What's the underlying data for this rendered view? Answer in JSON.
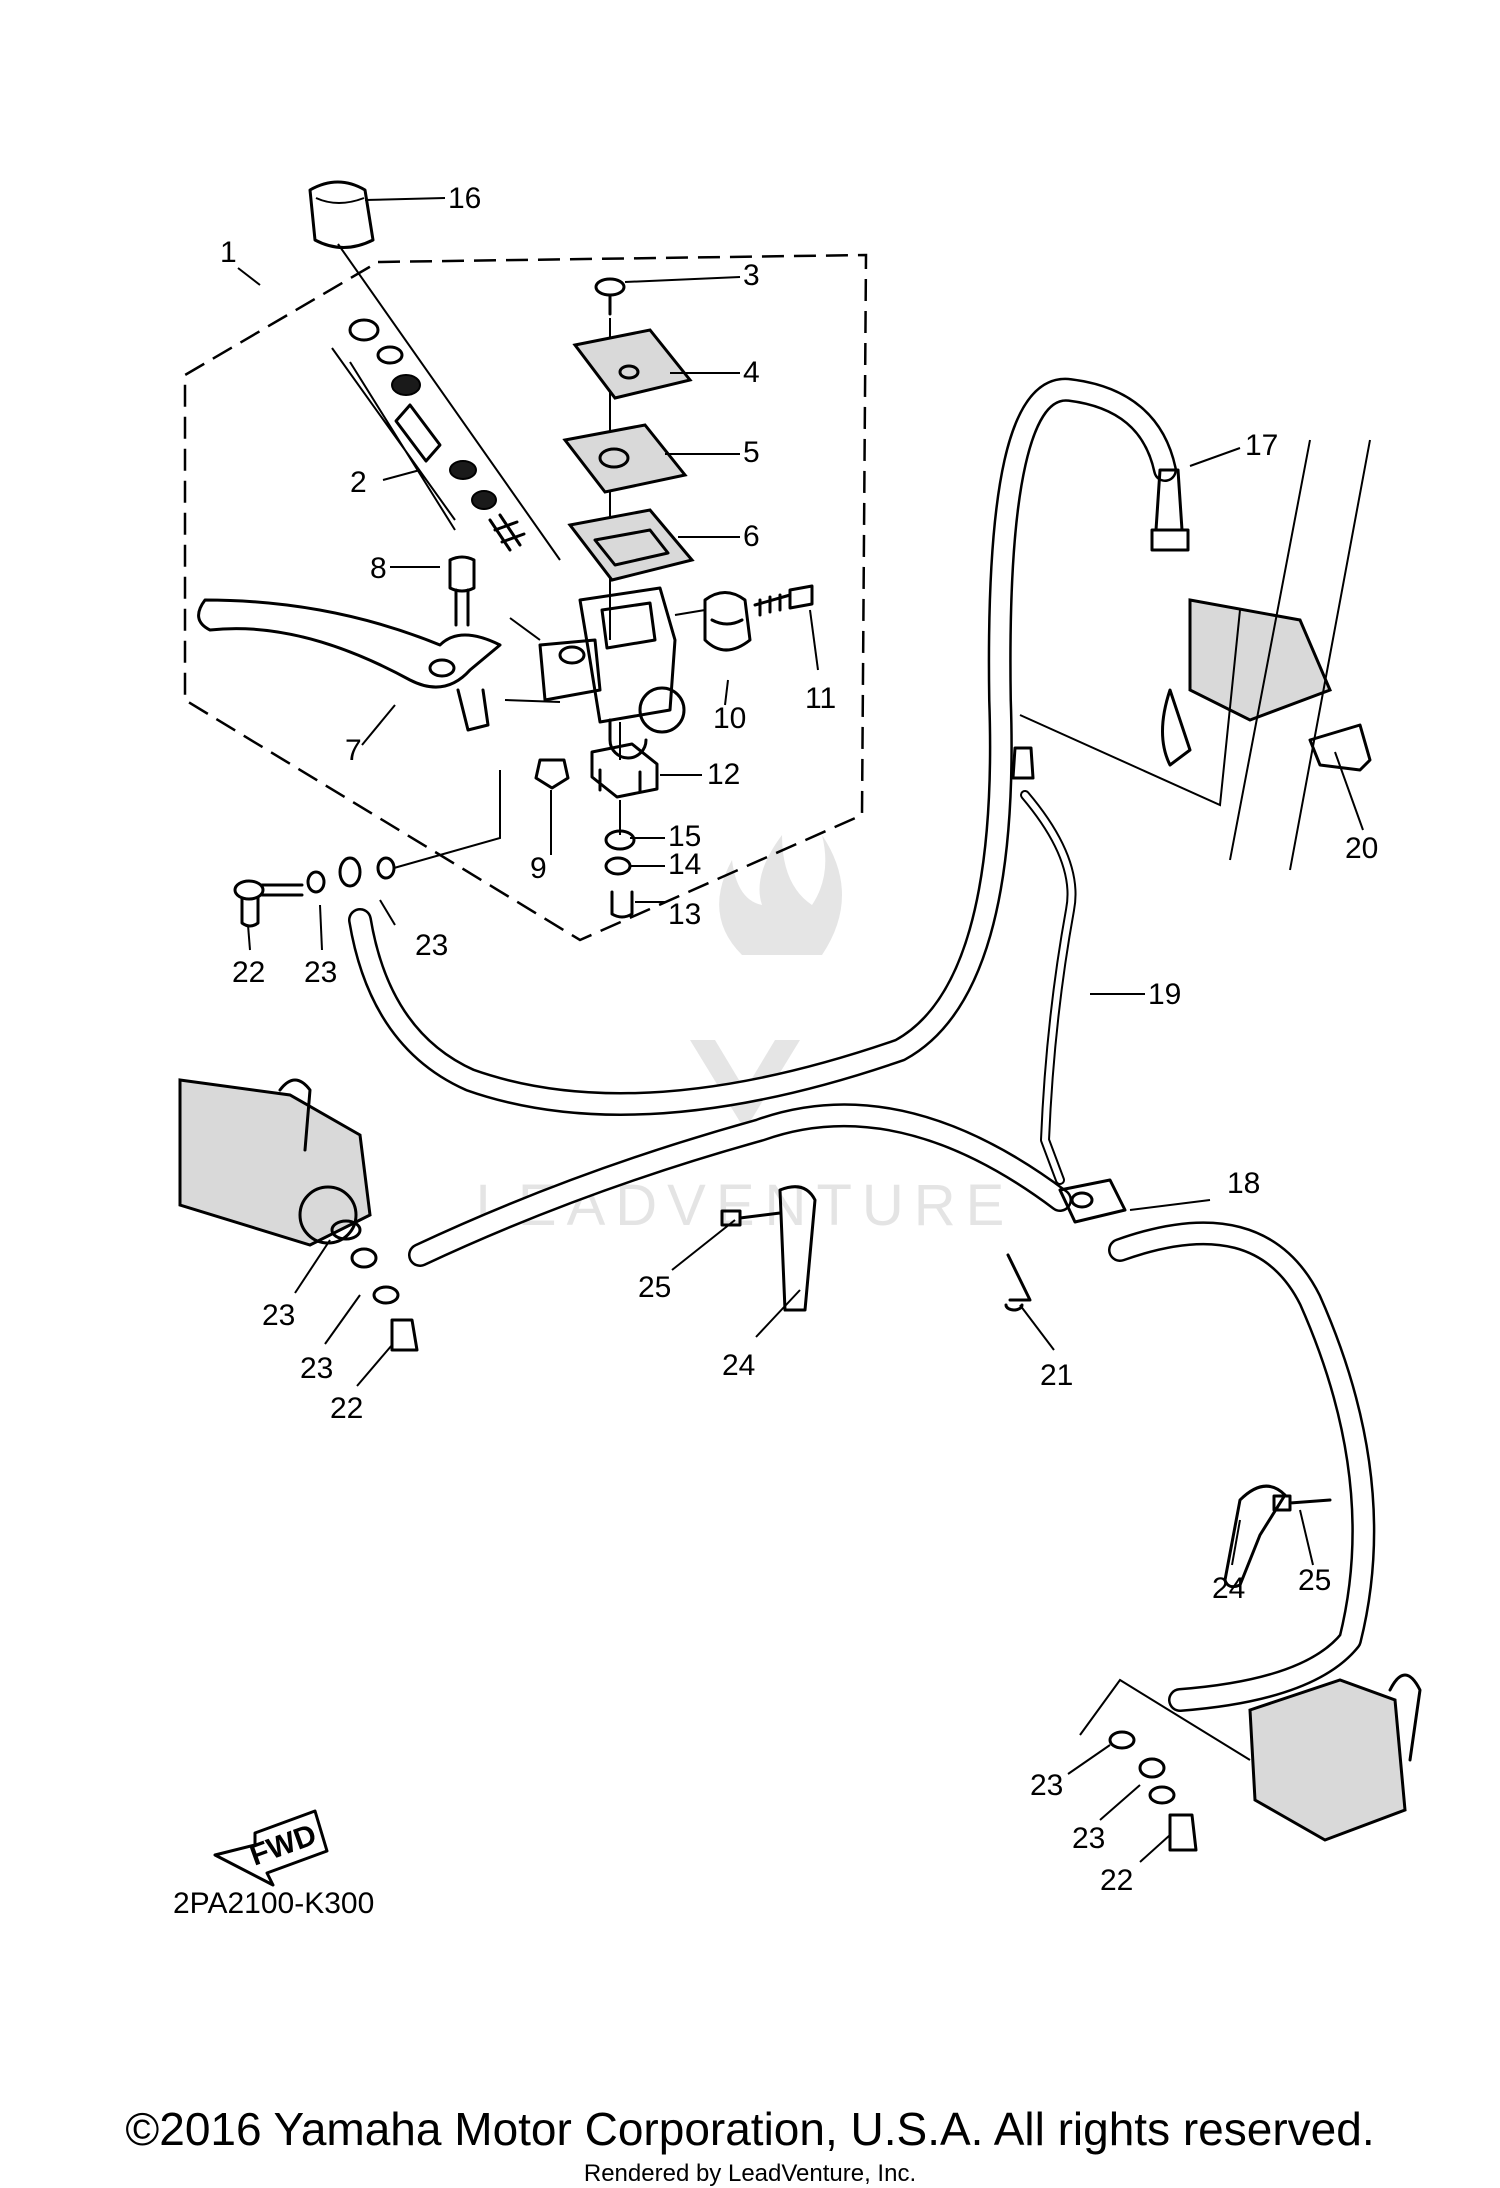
{
  "diagram": {
    "callouts": [
      "1",
      "2",
      "3",
      "4",
      "5",
      "6",
      "7",
      "8",
      "9",
      "10",
      "11",
      "12",
      "13",
      "14",
      "15",
      "16",
      "17",
      "18",
      "19",
      "20",
      "21",
      "22",
      "23",
      "24",
      "25"
    ],
    "repeated_callouts": {
      "n22": "22",
      "n23": "23",
      "n24": "24",
      "n25": "25"
    },
    "fwd_label": "FWD",
    "diagram_code": "2PA2100-K300",
    "watermark": "LEADVENTURE"
  },
  "footer": {
    "copyright": "©2016 Yamaha Motor Corporation, U.S.A. All rights reserved.",
    "rendered_by": "Rendered by LeadVenture, Inc."
  }
}
